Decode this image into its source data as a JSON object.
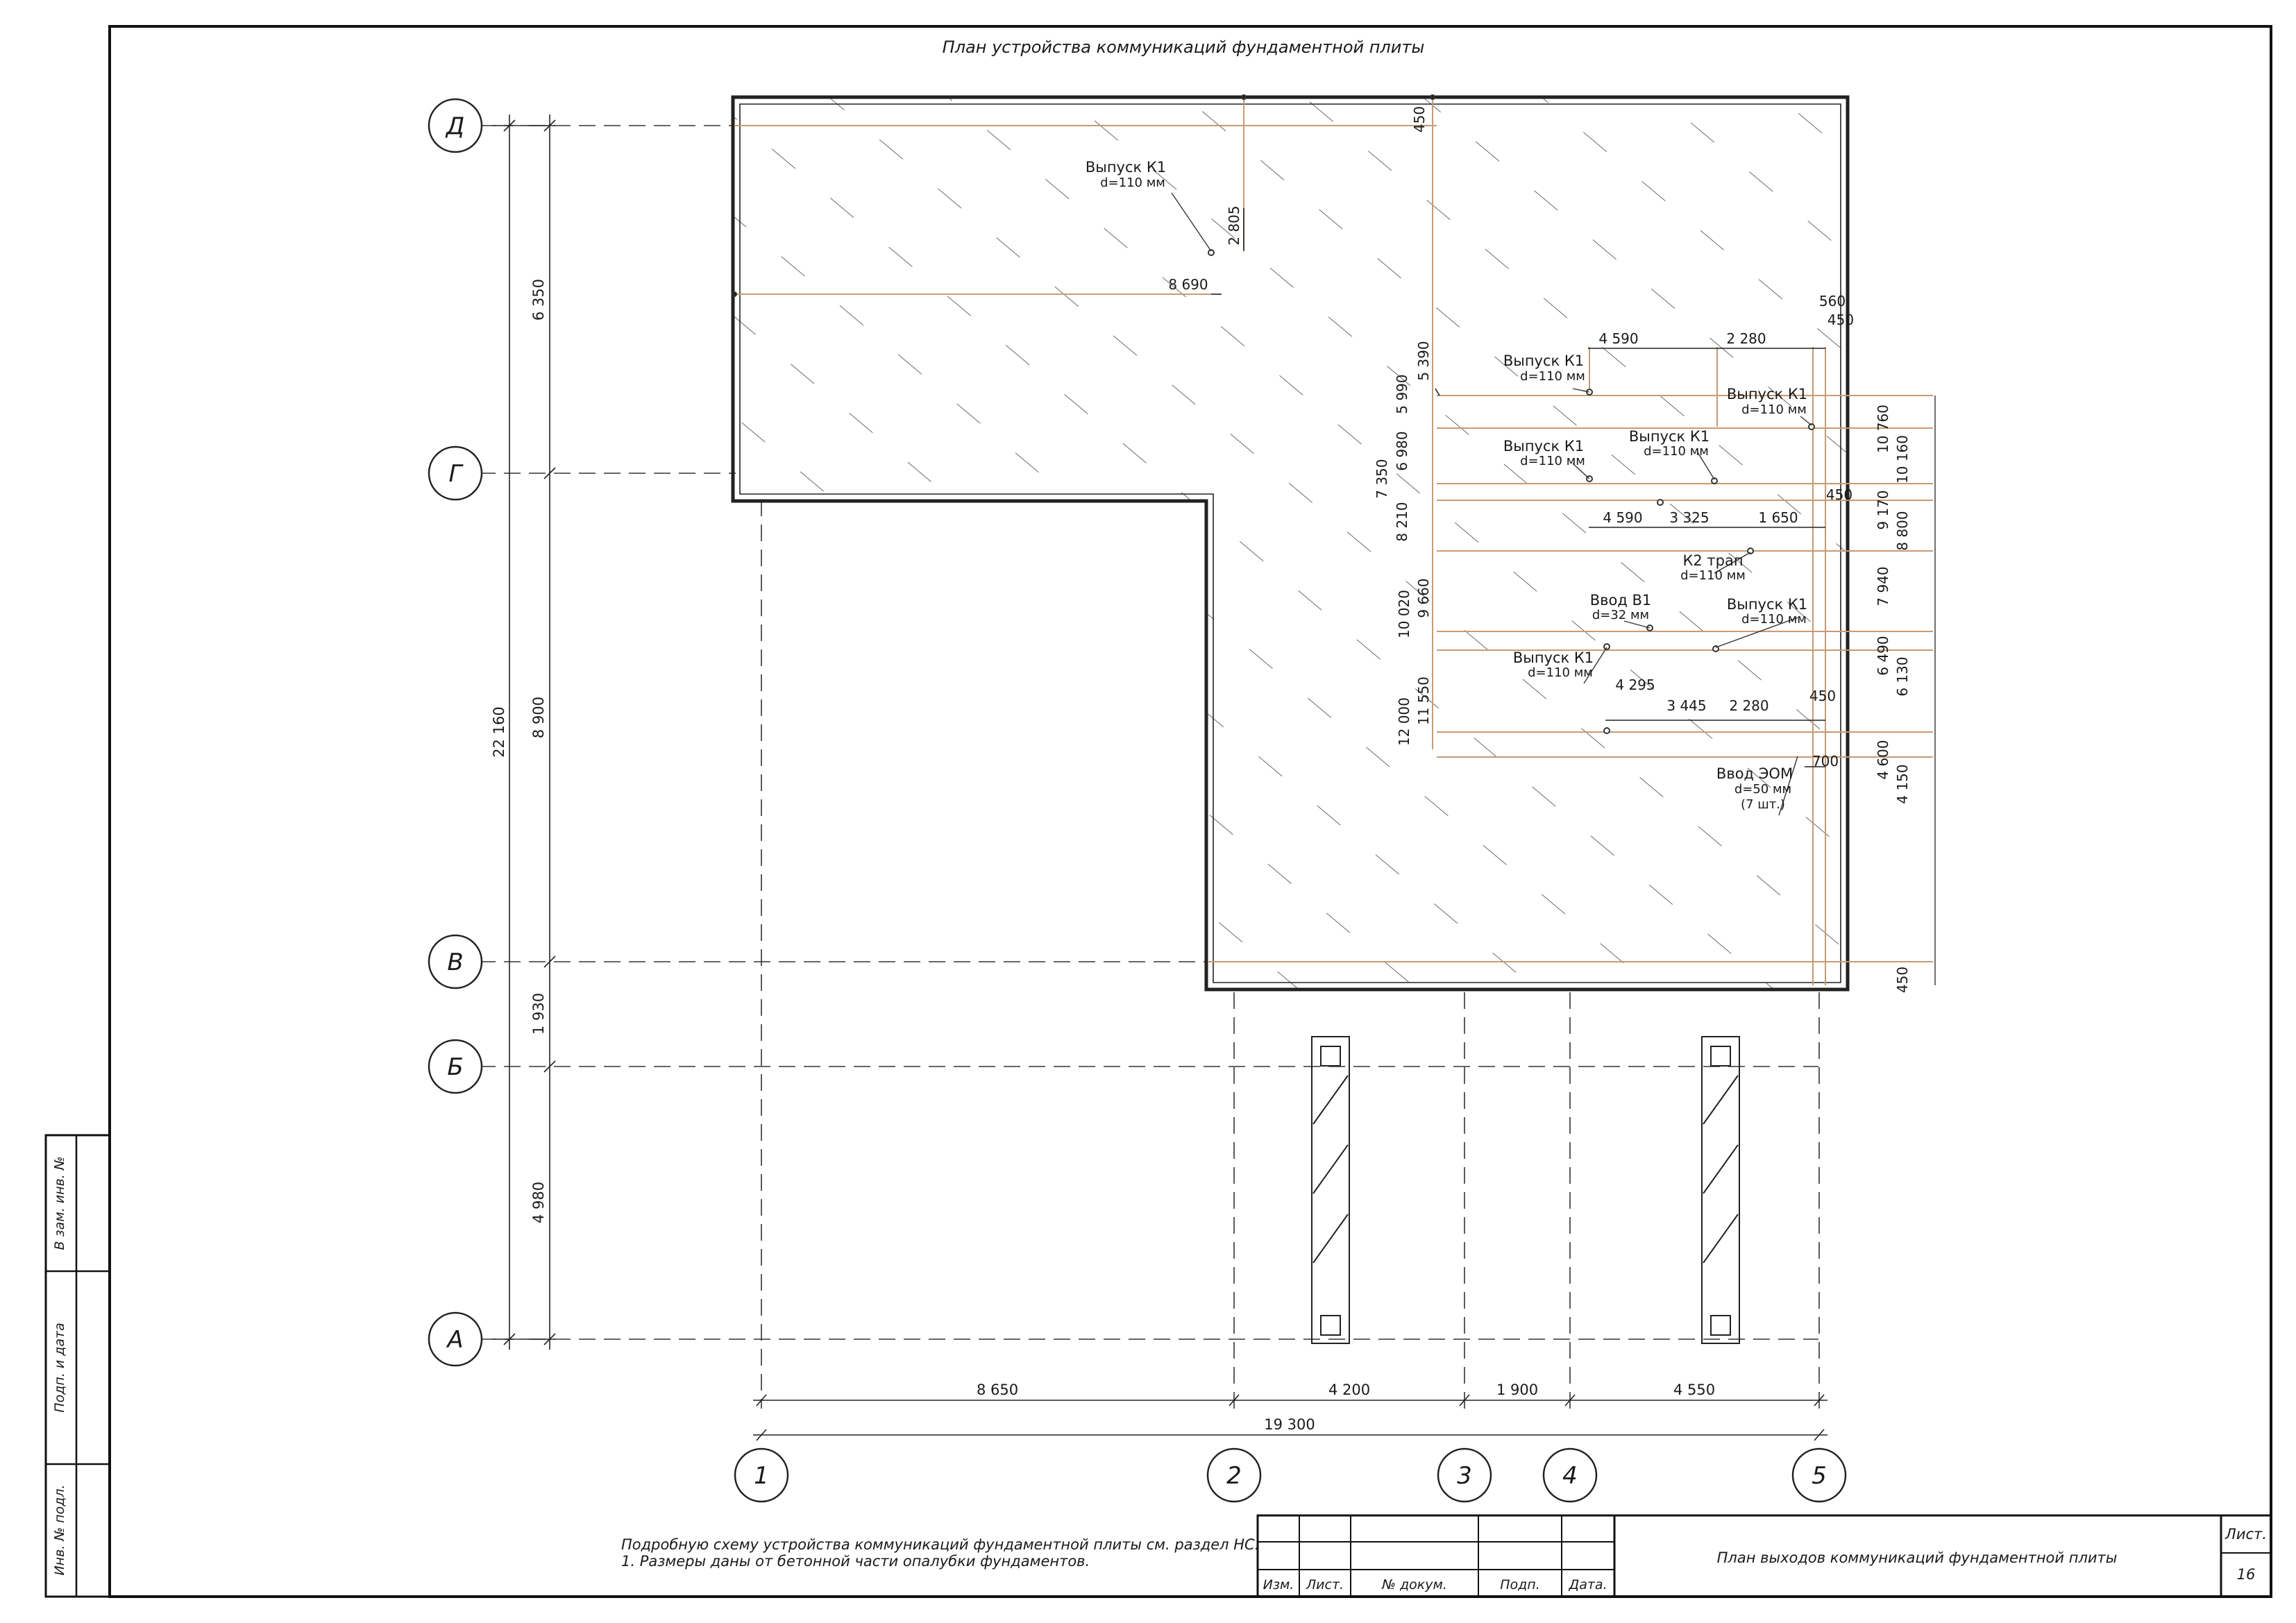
{
  "sheet": {
    "title": "План устройства коммуникаций фундаментной плиты",
    "sheet_label": "Лист.",
    "sheet_number": "16",
    "stamp_title": "План выходов коммуникаций фундаментной плиты",
    "notes": [
      "Подробную схему устройства коммуникаций фундаментной плиты см. раздел НС.",
      "1. Размеры даны от бетонной части опалубки фундаментов."
    ],
    "stamp_columns": [
      "Изм.",
      "Лист.",
      "№ докум.",
      "Подп.",
      "Дата."
    ],
    "side_stamp": [
      "Инв. № подл.",
      "Подп. и дата",
      "В зам. инв. №"
    ]
  },
  "axes": {
    "rows": [
      "Д",
      "Г",
      "В",
      "Б",
      "А"
    ],
    "columns": [
      "1",
      "2",
      "3",
      "4",
      "5"
    ]
  },
  "dimensions": {
    "left_outer": [
      "6 350",
      "8 900",
      "1 930",
      "4 980"
    ],
    "left_total": "22 160",
    "bottom_chain": [
      "8 650",
      "4 200",
      "1 900",
      "4 550"
    ],
    "bottom_total": "19 300",
    "plate_interior": [
      "450",
      "2 805",
      "8 690",
      "5 390",
      "5 990",
      "6 980",
      "7 350",
      "8 210",
      "9 660",
      "10 020",
      "11 550",
      "12 000",
      "560",
      "450",
      "4 590",
      "2 280",
      "4 590",
      "3 325",
      "1 650",
      "450",
      "4 295",
      "3 445",
      "2 280",
      "450",
      "700"
    ],
    "right_side": [
      "10 760",
      "10 160",
      "9 170",
      "8 800",
      "7 940",
      "6 490",
      "6 130",
      "4 600",
      "4 150",
      "450"
    ]
  },
  "outlets": [
    {
      "name": "Выпуск К1",
      "spec": "d=110 мм"
    },
    {
      "name": "Выпуск К1",
      "spec": "d=110 мм"
    },
    {
      "name": "Выпуск К1",
      "spec": "d=110 мм"
    },
    {
      "name": "Выпуск К1",
      "spec": "d=110 мм"
    },
    {
      "name": "Выпуск К1",
      "spec": "d=110 мм"
    },
    {
      "name": "К2 трап",
      "spec": "d=110 мм"
    },
    {
      "name": "Ввод В1",
      "spec": "d=32 мм"
    },
    {
      "name": "Выпуск К1",
      "spec": "d=110 мм"
    },
    {
      "name": "Выпуск К1",
      "spec": "d=110 мм"
    },
    {
      "name": "Ввод ЭОМ",
      "spec": "d=50 мм",
      "extra": "(7 шт.)"
    }
  ],
  "colors": {
    "line": "#1a1a1a",
    "utility": "#c89a72",
    "background": "#ffffff"
  }
}
